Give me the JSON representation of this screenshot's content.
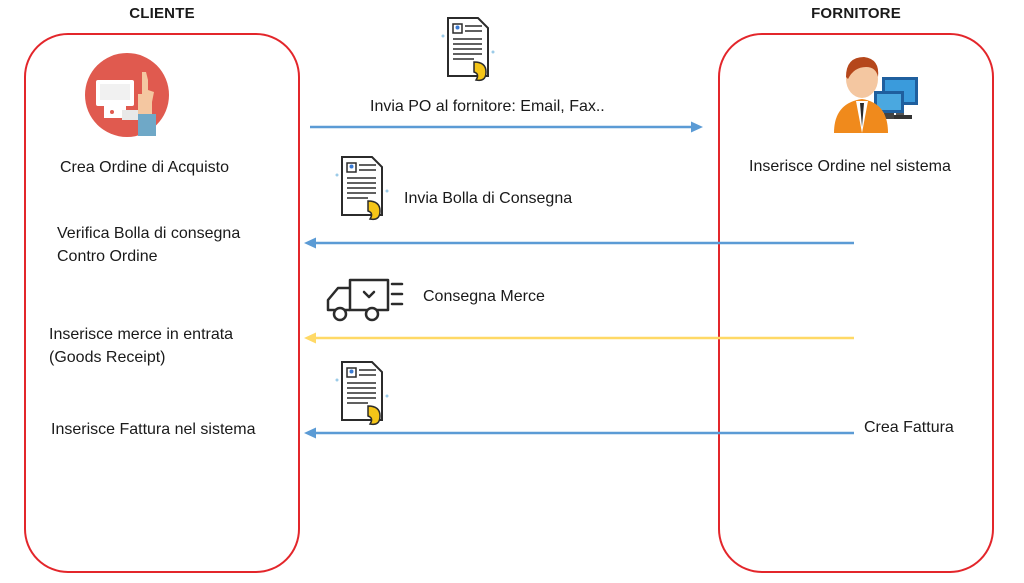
{
  "lanes": {
    "cliente": {
      "title": "CLIENTE"
    },
    "fornitore": {
      "title": "FORNITORE"
    }
  },
  "cliente_steps": {
    "crea_ordine": "Crea Ordine di Acquisto",
    "verifica_line1": "Verifica Bolla di consegna",
    "verifica_line2": "Contro Ordine",
    "merce_line1": "Inserisce merce in entrata",
    "merce_line2": "(Goods Receipt)",
    "fattura": "Inserisce Fattura nel sistema"
  },
  "fornitore_steps": {
    "inserisce_ordine": "Inserisce Ordine nel sistema",
    "crea_fattura": "Crea Fattura"
  },
  "messages": {
    "invia_po": "Invia PO al fornitore: Email, Fax..",
    "invia_bolla": "Invia Bolla di Consegna",
    "consegna_merce": "Consegna Merce"
  },
  "colors": {
    "lane_border": "#e3262b",
    "blue_arrow": "#5b9bd5",
    "yellow_arrow": "#ffd966",
    "doc_accent": "#f5c518",
    "client_icon_bg": "#e05a4f"
  },
  "icons": {
    "client": "client-shopping-icon",
    "supplier": "supplier-person-icon",
    "document": "document-icon",
    "truck": "delivery-truck-icon"
  }
}
